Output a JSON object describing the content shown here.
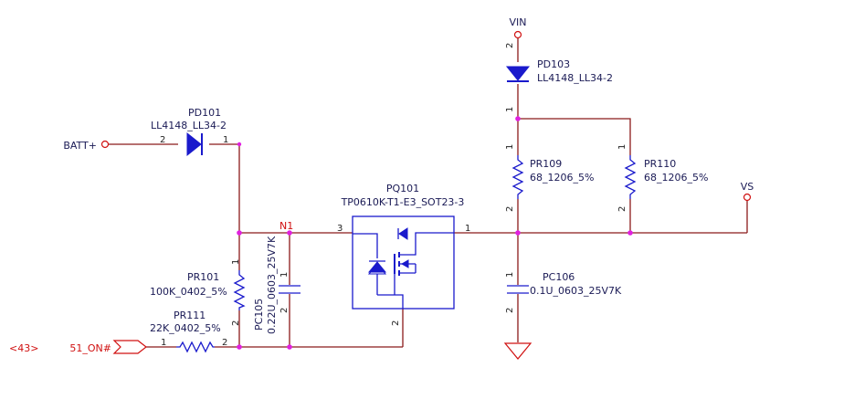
{
  "nets": {
    "vin": "VIN",
    "batt": "BATT+",
    "vs": "VS",
    "n1": "N1",
    "signal": "51_ON#",
    "sheet_ref": "<43>"
  },
  "components": {
    "pd101": {
      "ref": "PD101",
      "value": "LL4148_LL34-2",
      "pin_a": "2",
      "pin_k": "1"
    },
    "pd103": {
      "ref": "PD103",
      "value": "LL4148_LL34-2",
      "pin_top": "2",
      "pin_bot": "1"
    },
    "pq101": {
      "ref": "PQ101",
      "value": "TP0610K-T1-E3_SOT23-3",
      "pin_3": "3",
      "pin_1": "1",
      "pin_2": "2"
    },
    "pr109": {
      "ref": "PR109",
      "value": "68_1206_5%",
      "pin_top": "1",
      "pin_bot": "2"
    },
    "pr110": {
      "ref": "PR110",
      "value": "68_1206_5%",
      "pin_top": "1",
      "pin_bot": "2"
    },
    "pc106": {
      "ref": "PC106",
      "value": "0.1U_0603_25V7K",
      "pin_top": "1",
      "pin_bot": "2"
    },
    "pc105": {
      "ref": "PC105",
      "value": "0.22U_0603_25V7K",
      "pin_top": "1",
      "pin_bot": "2"
    },
    "pr101": {
      "ref": "PR101",
      "value": "100K_0402_5%",
      "pin_top": "1",
      "pin_bot": "2"
    },
    "pr111": {
      "ref": "PR111",
      "value": "22K_0402_5%",
      "pin_left": "1",
      "pin_right": "2"
    }
  },
  "colors": {
    "wire": "#8b1a1a",
    "symbol": "#1a1acc",
    "junction": "#e020e0",
    "net_flag": "#d01010",
    "text": "#1a1a55"
  }
}
